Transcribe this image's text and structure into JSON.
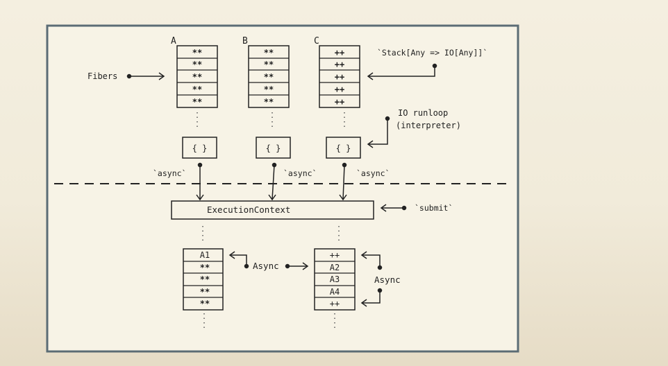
{
  "columns": [
    {
      "id": "A",
      "label": "A",
      "cells": [
        "**",
        "**",
        "**",
        "**",
        "**"
      ],
      "block": "{ }"
    },
    {
      "id": "B",
      "label": "B",
      "cells": [
        "**",
        "**",
        "**",
        "**",
        "**"
      ],
      "block": "{ }"
    },
    {
      "id": "C",
      "label": "C",
      "cells": [
        "++",
        "++",
        "++",
        "++",
        "++"
      ],
      "block": "{ }"
    }
  ],
  "labels": {
    "fibers": "Fibers",
    "stack_type": "`Stack[Any => IO[Any]]`",
    "runloop_line1": "IO runloop",
    "runloop_line2": "(interpreter)",
    "async_tick": "`async`",
    "execution_context": "ExecutionContext",
    "submit": "`submit`",
    "async_center": "Async",
    "async_right": "Async"
  },
  "lower_left": {
    "cells": [
      "A1",
      "**",
      "**",
      "**",
      "**"
    ]
  },
  "lower_right": {
    "cells": [
      "++",
      "A2",
      "A3",
      "A4",
      "++"
    ]
  },
  "colors": {
    "frame": "#5b6c75",
    "ink": "#222222",
    "paper": "#f7f3e6"
  }
}
